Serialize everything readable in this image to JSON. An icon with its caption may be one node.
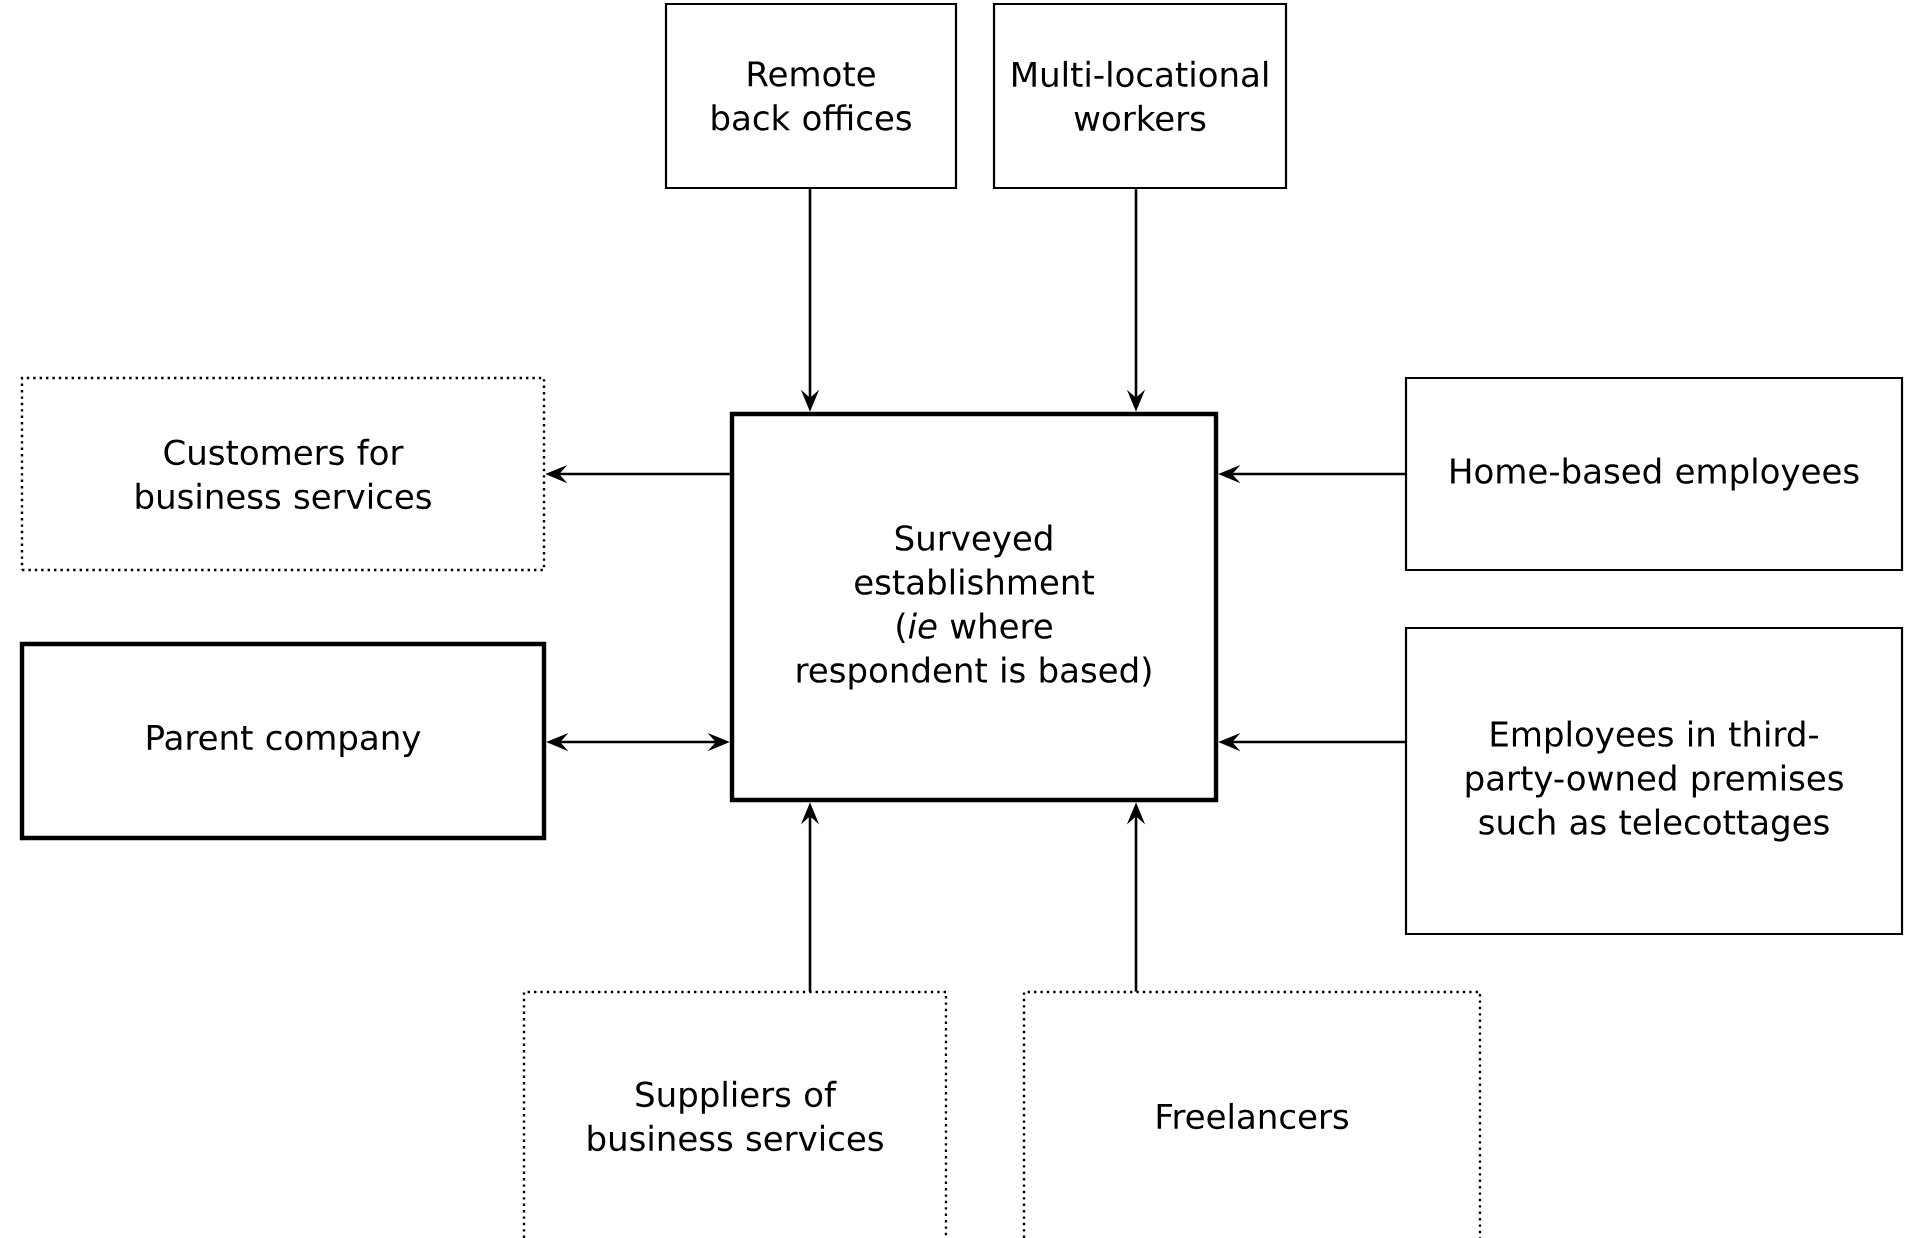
{
  "diagram": {
    "nodes": [
      {
        "text": [
          "Remote back offices"
        ]
      },
      {
        "text": [
          "Multi-locational workers"
        ]
      },
      {
        "text": [
          "Customers for business services"
        ]
      },
      {
        "text": [
          "Surveyed establishment (*ie* where respondent is based)"
        ]
      },
      {
        "text": [
          "Home-based employees"
        ]
      },
      {
        "text": [
          "Parent company"
        ]
      },
      {
        "text": [
          "Employees in third-party-owned premises such as telecottages"
        ]
      },
      {
        "text": [
          "Suppliers of business services"
        ]
      },
      {
        "text": [
          "Freelancers"
        ]
      }
    ],
    "edges": [
      {
        "from": 0,
        "to": 3,
        "arrow": "to"
      },
      {
        "from": 1,
        "to": 3,
        "arrow": "to"
      },
      {
        "from": 3,
        "to": 2,
        "arrow": "to"
      },
      {
        "from": 4,
        "to": 3,
        "arrow": "to"
      },
      {
        "from": 5,
        "to": 3,
        "arrow": "both"
      },
      {
        "from": 6,
        "to": 3,
        "arrow": "to"
      },
      {
        "from": 7,
        "to": 3,
        "arrow": "to"
      },
      {
        "from": 8,
        "to": 3,
        "arrow": "to"
      }
    ]
  }
}
